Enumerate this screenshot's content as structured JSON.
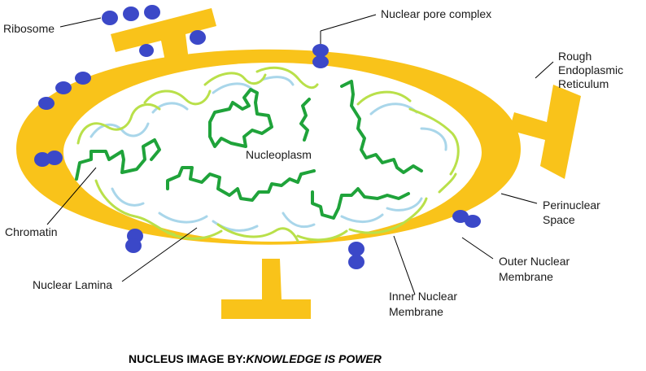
{
  "diagram": {
    "labels": {
      "ribosome": "Ribosome",
      "nuclear_pore_complex": "Nuclear pore complex",
      "rough_er_line1": "Rough",
      "rough_er_line2": "Endoplasmic",
      "rough_er_line3": "Reticulum",
      "nucleoplasm": "Nucleoplasm",
      "perinuclear_line1": "Perinuclear",
      "perinuclear_line2": "Space",
      "chromatin": "Chromatin",
      "outer_membrane_line1": "Outer Nuclear",
      "outer_membrane_line2": "Membrane",
      "nuclear_lamina": "Nuclear Lamina",
      "inner_membrane_line1": "Inner Nuclear",
      "inner_membrane_line2": "Membrane"
    },
    "caption": {
      "prefix": "NUCLEUS IMAGE BY:",
      "credit": "KNOWLEDGE IS POWER"
    },
    "colors": {
      "envelope": "#f9c31a",
      "ribosome": "#3b48c8",
      "chromatin": "#1fa33a",
      "lamina_light_green": "#b9e04a",
      "lamina_light_blue": "#a9d6ea",
      "leader_line": "#000000"
    }
  }
}
